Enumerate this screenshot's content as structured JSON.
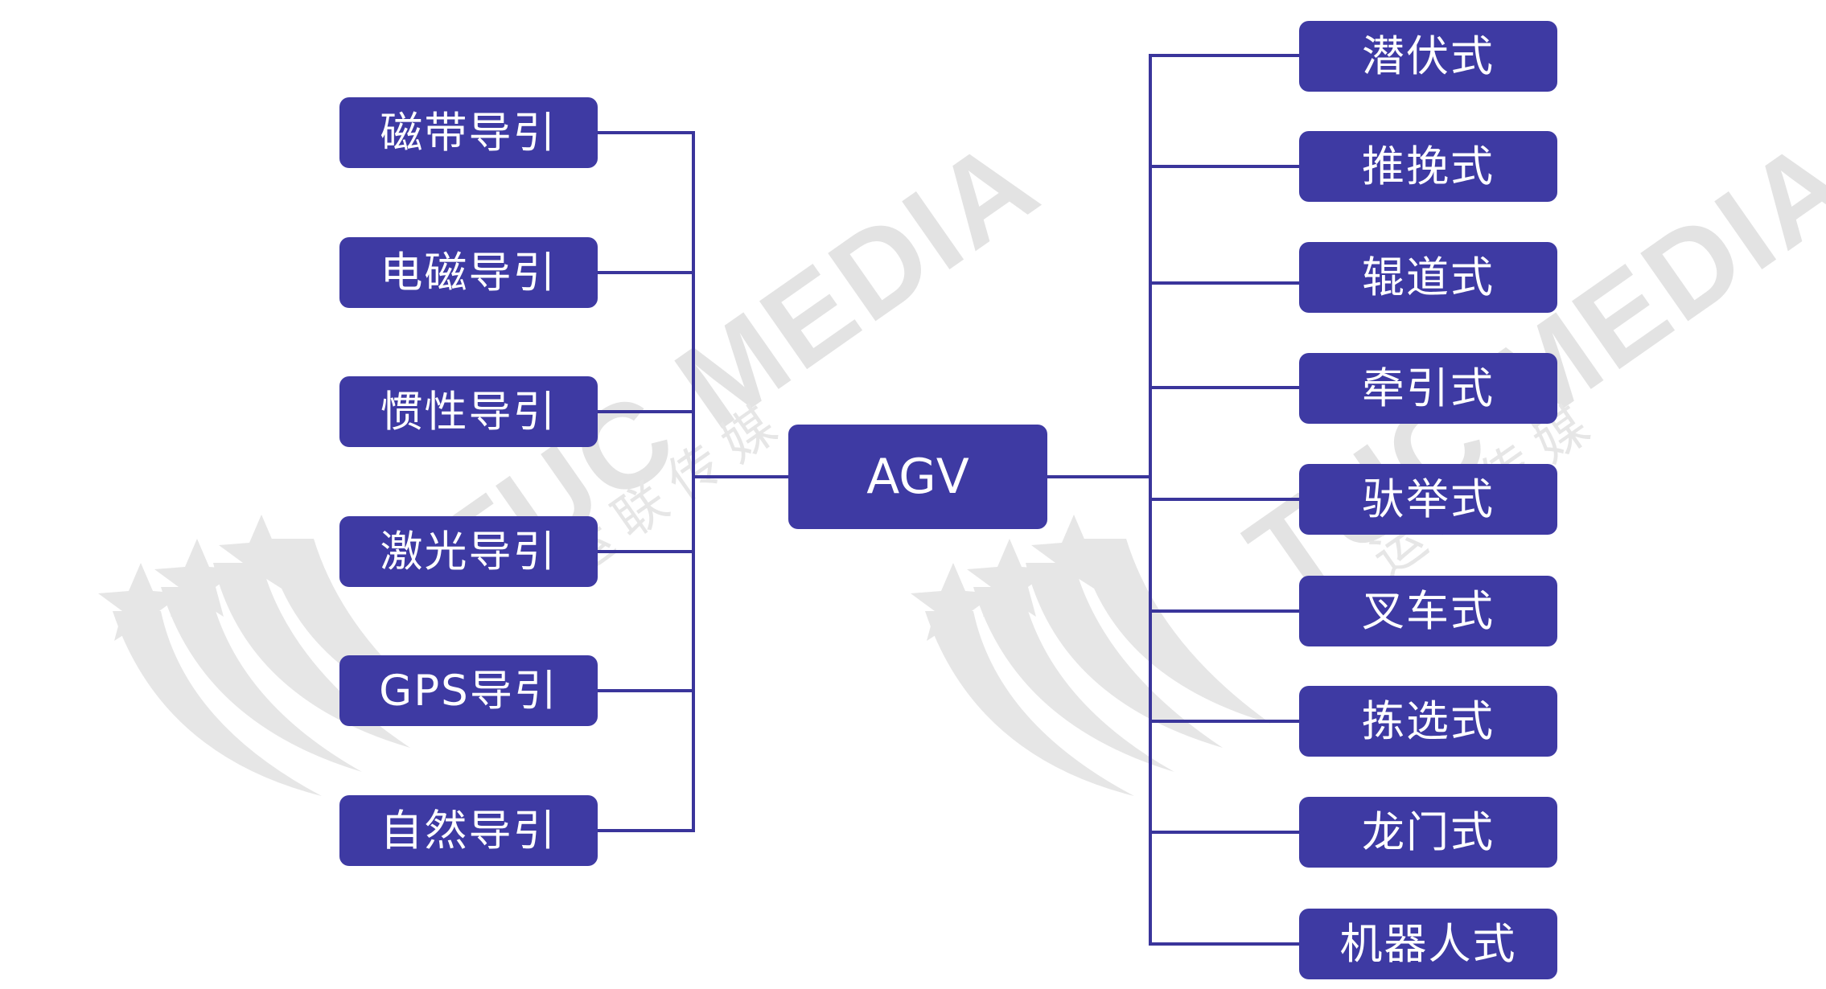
{
  "diagram": {
    "center": "AGV",
    "left_items": [
      "磁带导引",
      "电磁导引",
      "惯性导引",
      "激光导引",
      "GPS导引",
      "自然导引"
    ],
    "right_items": [
      "潜伏式",
      "推挽式",
      "辊道式",
      "牵引式",
      "驮举式",
      "叉车式",
      "拣选式",
      "龙门式",
      "机器人式"
    ]
  },
  "watermark": {
    "text": "TUC MEDIA",
    "sub": "运联传媒"
  },
  "colors": {
    "node_fill": "#3e3aa3",
    "line": "#3a359b",
    "node_text": "#ffffff",
    "watermark": "#e3e3e3"
  }
}
